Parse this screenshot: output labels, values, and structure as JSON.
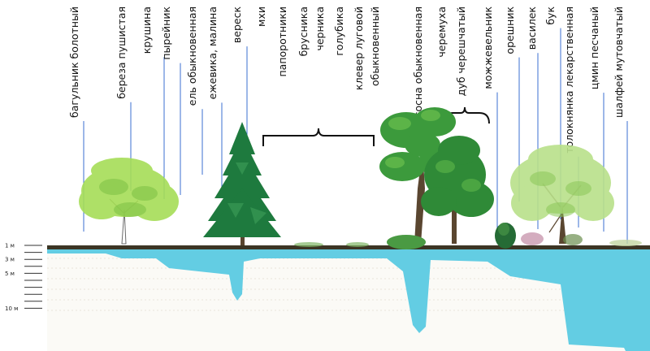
{
  "colors": {
    "water": "#63cde3",
    "water_dark": "#44b8d3",
    "ground": "#3c3524",
    "guide_line": "#3b6fd0",
    "label": "#111111",
    "tree_light": "#a6dd57",
    "tree_dark": "#1e7a3e",
    "oak": "#3f9c3a",
    "trunk": "#5a4630",
    "grass": "#4a9a43"
  },
  "plants": [
    {
      "label": "багульник болотный"
    },
    {
      "label": "береза пушистая"
    },
    {
      "label": "крушина"
    },
    {
      "label": "пырейник"
    },
    {
      "label": "ель обыкновенная"
    },
    {
      "label": "ежевика, малина"
    },
    {
      "label": "вереск"
    },
    {
      "label": "мхи"
    },
    {
      "label": "папоротники"
    },
    {
      "label": "брусника"
    },
    {
      "label": "черника"
    },
    {
      "label": "голубика"
    },
    {
      "label": "клевер луговой"
    },
    {
      "label": "обыкновенный"
    },
    {
      "label": "сосна обыкновенная"
    },
    {
      "label": "черемуха"
    },
    {
      "label": "дуб черешчатый"
    },
    {
      "label": "можжевельник"
    },
    {
      "label": "орешник"
    },
    {
      "label": "василек"
    },
    {
      "label": "бук"
    },
    {
      "label": "толокнянка лекарственная"
    },
    {
      "label": "цмин песчаный"
    },
    {
      "label": "шалфей мутовчатый"
    }
  ],
  "depth_scale": [
    {
      "label": "1 м",
      "depth": 1
    },
    {
      "label": "3 м",
      "depth": 3
    },
    {
      "label": "5 м",
      "depth": 5
    },
    {
      "label": "10 м",
      "depth": 10
    }
  ],
  "trees": [
    {
      "icon": "birch-tree-icon",
      "species": "береза пушистая"
    },
    {
      "icon": "spruce-tree-icon",
      "species": "ель обыкновенная"
    },
    {
      "icon": "pine-tree-icon",
      "species": "сосна обыкновенная"
    },
    {
      "icon": "oak-tree-icon",
      "species": "дуб черешчатый"
    },
    {
      "icon": "juniper-bush-icon",
      "species": "можжевельник"
    },
    {
      "icon": "broadleaf-tree-icon",
      "species": "бук"
    }
  ]
}
